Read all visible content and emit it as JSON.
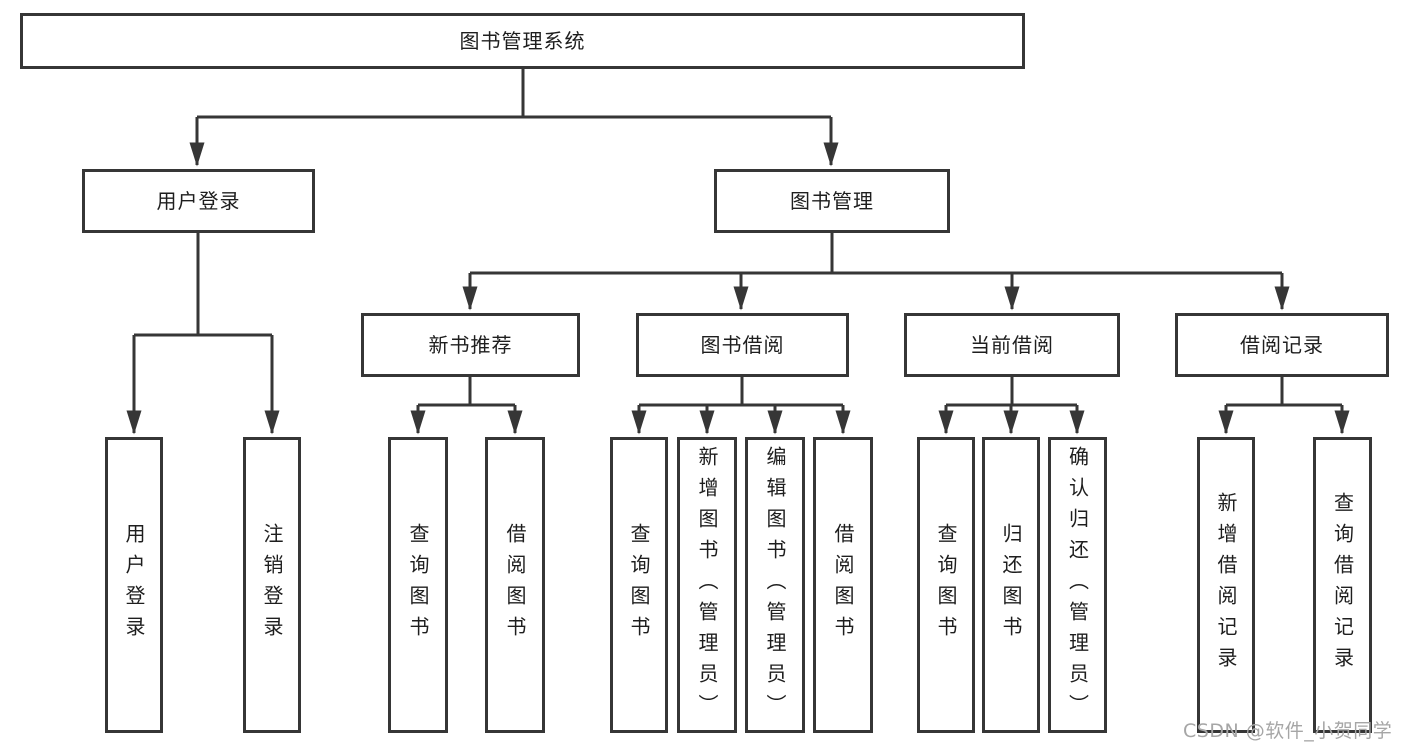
{
  "tree": {
    "root": {
      "label": "图书管理系统",
      "children": [
        {
          "label": "用户登录",
          "children": [
            {
              "label": "用户登录"
            },
            {
              "label": "注销登录"
            }
          ]
        },
        {
          "label": "图书管理",
          "children": [
            {
              "label": "新书推荐",
              "children": [
                {
                  "label": "查询图书"
                },
                {
                  "label": "借阅图书"
                }
              ]
            },
            {
              "label": "图书借阅",
              "children": [
                {
                  "label": "查询图书"
                },
                {
                  "label": "新增图书（管理员）"
                },
                {
                  "label": "编辑图书（管理员）"
                },
                {
                  "label": "借阅图书"
                }
              ]
            },
            {
              "label": "当前借阅",
              "children": [
                {
                  "label": "查询图书"
                },
                {
                  "label": "归还图书"
                },
                {
                  "label": "确认归还（管理员）"
                }
              ]
            },
            {
              "label": "借阅记录",
              "children": [
                {
                  "label": "新增借阅记录"
                },
                {
                  "label": "查询借阅记录"
                }
              ]
            }
          ]
        }
      ]
    }
  },
  "watermark": "CSDN @软件_小贺同学",
  "colors": {
    "line": "#363636",
    "text": "#1e1e1e",
    "watermark": "#a6a6a6",
    "background": "#ffffff"
  }
}
